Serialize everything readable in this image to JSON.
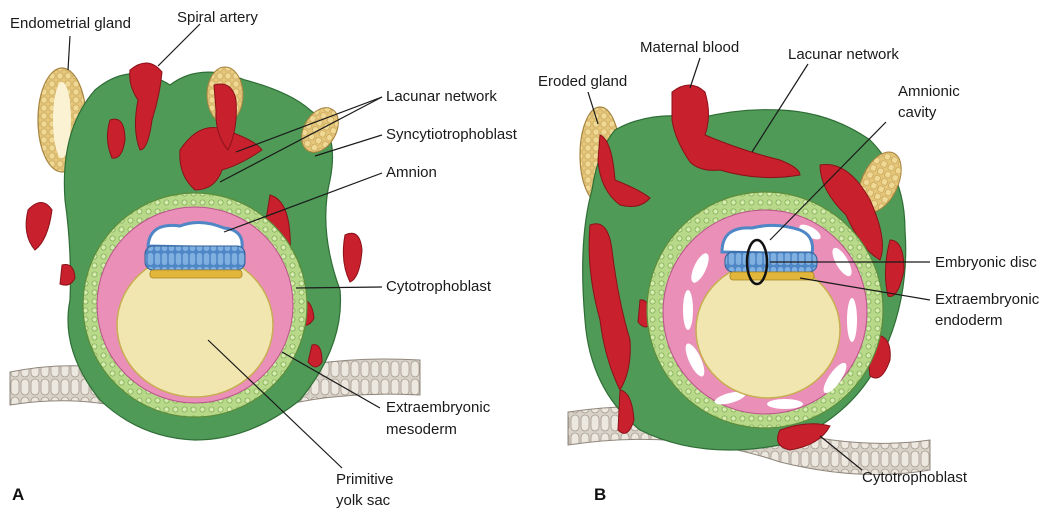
{
  "panel_a": {
    "letter": "A",
    "labels": {
      "endometrial_gland": "Endometrial gland",
      "spiral_artery": "Spiral artery",
      "lacunar_network": "Lacunar network",
      "syncytiotrophoblast": "Syncytiotrophoblast",
      "amnion": "Amnion",
      "cytotrophoblast": "Cytotrophoblast",
      "extraembryonic_mesoderm_1": "Extraembryonic",
      "extraembryonic_mesoderm_2": "mesoderm",
      "primitive_yolk_sac_1": "Primitive",
      "primitive_yolk_sac_2": "yolk sac"
    }
  },
  "panel_b": {
    "letter": "B",
    "labels": {
      "eroded_gland": "Eroded gland",
      "maternal_blood": "Maternal blood",
      "lacunar_network": "Lacunar network",
      "amnionic_cavity_1": "Amnionic",
      "amnionic_cavity_2": "cavity",
      "embryonic_disc": "Embryonic disc",
      "extraembryonic_endoderm_1": "Extraembryonic",
      "extraembryonic_endoderm_2": "endoderm",
      "cytotrophoblast": "Cytotrophoblast"
    }
  },
  "colors": {
    "syncytiotrophoblast": "#4f9a57",
    "cytotrophoblast": "#b9d98a",
    "mesoderm": "#e98fb8",
    "yolk_sac": "#f2e6b0",
    "blood": "#c8202c",
    "epiblast": "#4f86c6",
    "gland": "#e6c77a",
    "endometrium": "#d9d2c8"
  }
}
